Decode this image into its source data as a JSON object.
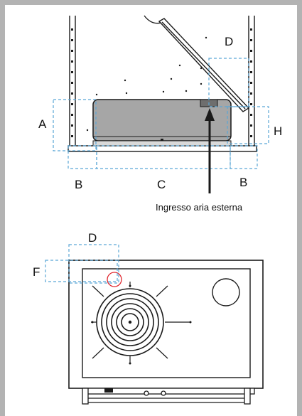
{
  "top_view": {
    "labels": {
      "A": "A",
      "B_left": "B",
      "C": "C",
      "B_right": "B",
      "D": "D",
      "H": "H"
    },
    "caption": "Ingresso aria esterna"
  },
  "bottom_view": {
    "labels": {
      "D": "D",
      "F": "F"
    }
  },
  "colors": {
    "frame_gray": "#b3b3b3",
    "box_gray": "#a6a6a6",
    "dash_blue": "#5aa6d6",
    "marker_red": "#e0262e",
    "line": "#1a1a1a"
  }
}
